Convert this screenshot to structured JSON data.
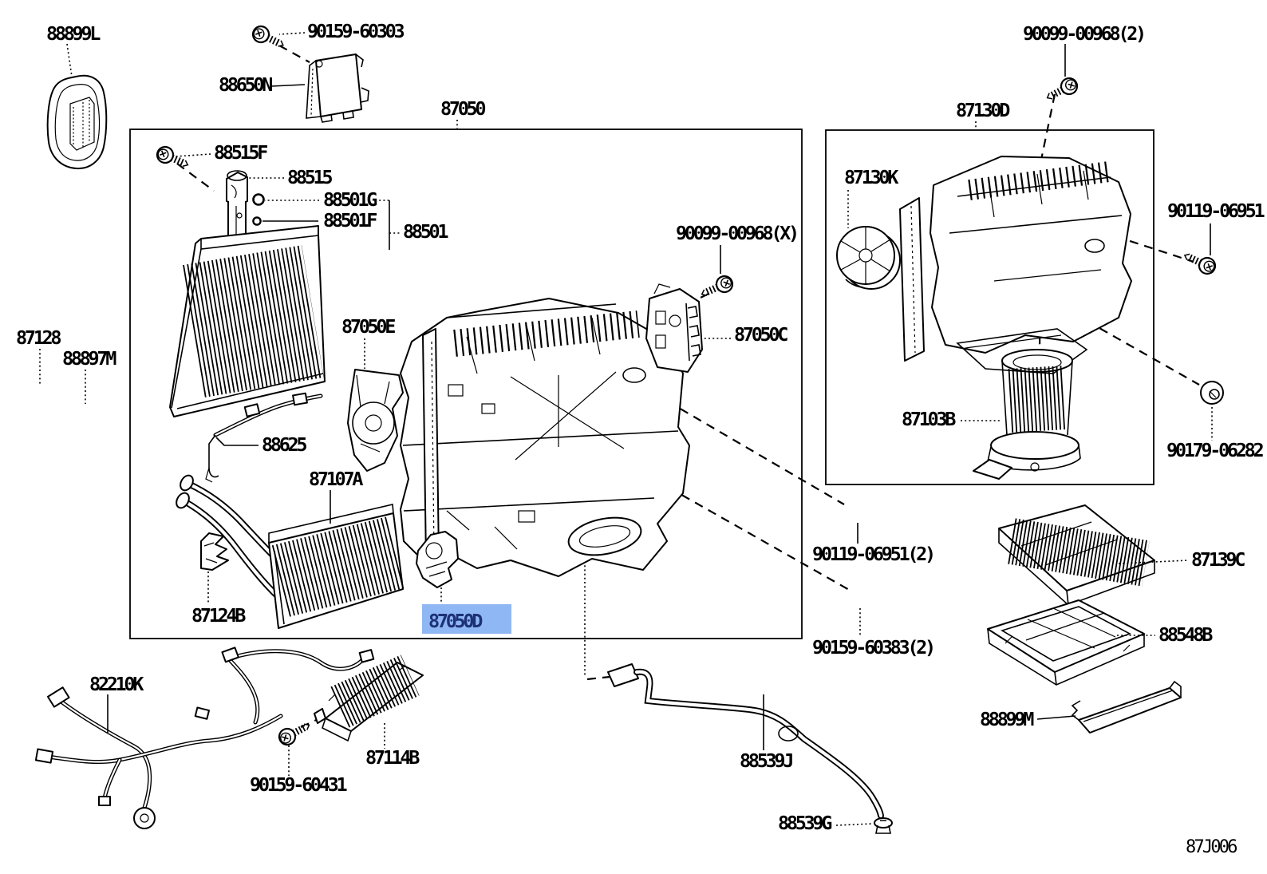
{
  "diagram": {
    "type": "parts-catalog-exploded-view",
    "subject": "HVAC air conditioner unit assembly",
    "highlighted_part": "87050D",
    "colors": {
      "background": "#ffffff",
      "line": "#000000",
      "highlight_bg": "#8fb7f3",
      "highlight_text": "#1d3176"
    }
  },
  "labels": {
    "88899L": "88899L",
    "90159_60303": "90159-60303",
    "88650N": "88650N",
    "87050": "87050",
    "90099_00968_2": "90099-00968(2)",
    "87130D": "87130D",
    "88515F": "88515F",
    "88515": "88515",
    "88501G": "88501G",
    "88501F": "88501F",
    "88501": "88501",
    "87130K": "87130K",
    "90119_06951": "90119-06951",
    "90099_00968_X": "90099-00968(X)",
    "87050C": "87050C",
    "87128": "87128",
    "88897M": "88897M",
    "87050E": "87050E",
    "88625": "88625",
    "87103B": "87103B",
    "90179_06282": "90179-06282",
    "87107A": "87107A",
    "90119_06951_2": "90119-06951(2)",
    "87124B": "87124B",
    "87050D": "87050D",
    "90159_60383_2": "90159-60383(2)",
    "87139C": "87139C",
    "88548B": "88548B",
    "88899M": "88899M",
    "82210K": "82210K",
    "90159_60431": "90159-60431",
    "87114B": "87114B",
    "88539J": "88539J",
    "88539G": "88539G"
  },
  "footer": {
    "drawing_code": "87J006"
  }
}
